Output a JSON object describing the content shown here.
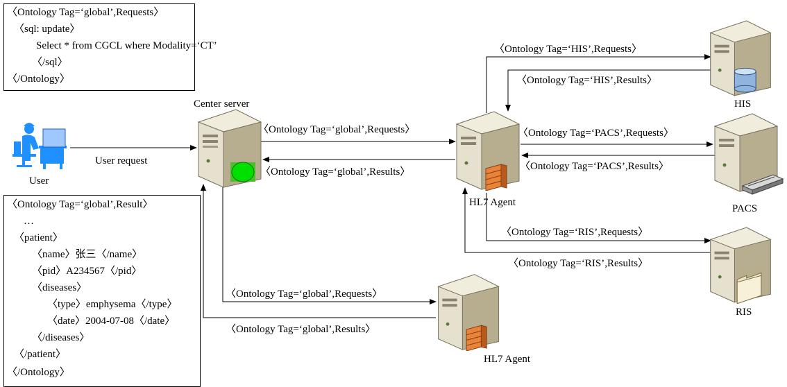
{
  "request_box": {
    "lines": [
      "〈Ontology Tag=‘global’,Requests〉",
      "〈sql: update〉",
      "Select * from CGCL where Modality=‘CT’",
      "〈/sql〉",
      "〈/Ontology〉"
    ]
  },
  "result_box": {
    "lines": [
      "〈Ontology Tag=‘global’,Result〉",
      "…",
      "〈patient〉",
      "〈name〉张三〈/name〉",
      "〈pid〉A234567〈/pid〉",
      "〈diseases〉",
      "〈type〉emphysema〈/type〉",
      "〈date〉2004-07-08〈/date〉",
      "〈/diseases〉",
      "〈/patient〉",
      "〈/Ontology〉"
    ]
  },
  "nodes": {
    "user": "User",
    "center_server": "Center server",
    "hl7_agent_main": "HL7 Agent",
    "hl7_agent_lower": "HL7 Agent",
    "his": "HIS",
    "pacs": "PACS",
    "ris": "RIS"
  },
  "edges": {
    "user_request": "User request",
    "center_to_hl7_requests": "〈Ontology Tag=‘global’,Requests〉",
    "hl7_to_center_results": "〈Ontology Tag=‘global’,Results〉",
    "hl7_to_his_requests": "〈Ontology Tag=‘HIS’,Requests〉",
    "his_to_hl7_results": "〈Ontology Tag=‘HIS’,Results〉",
    "hl7_to_pacs_requests": "〈Ontology Tag=‘PACS’,Requests〉",
    "pacs_to_hl7_results": "〈Ontology Tag=‘PACS’,Results〉",
    "hl7_to_ris_requests": "〈Ontology Tag=‘RIS’,Requests〉",
    "ris_to_hl7_results": "〈Ontology Tag=‘RIS’,Results〉",
    "center_to_lower_requests": "〈Ontology Tag=‘global’,Requests〉",
    "lower_to_center_results": "〈Ontology Tag=‘global’,Results〉"
  },
  "colors": {
    "server_body": "#e6e1cf",
    "server_side": "#b7ae90",
    "firewall": "#e8833a",
    "status_light": "#00e000",
    "user_figure": "#1e90ff"
  },
  "icons": [
    "user-icon",
    "server-icon",
    "firewall-icon",
    "database-icon",
    "printer-icon",
    "folder-icon"
  ]
}
